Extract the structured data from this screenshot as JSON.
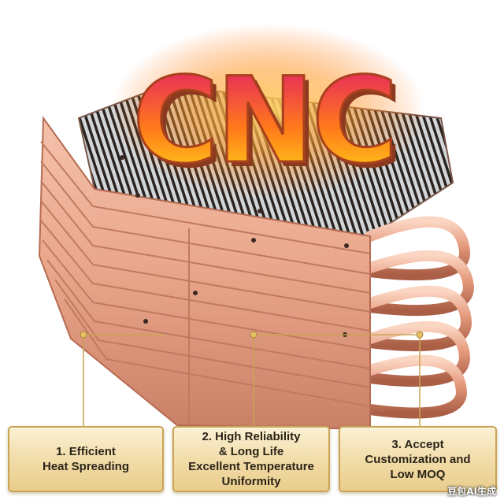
{
  "headline": "CNC",
  "features": [
    {
      "label": "1. Efficient\nHeat Spreading"
    },
    {
      "label": "2. High Reliability\n& Long Life\nExcellent Temperature\nUniformity"
    },
    {
      "label": "3. Accept\nCustomization and\nLow MOQ"
    }
  ],
  "watermark": "豆包AI生成",
  "colors": {
    "copper": "#e7a287",
    "copper_dark": "#b66b52",
    "fin_dark": "#2d2622",
    "fin_light": "#cfd2d4",
    "gold": "#c9a454",
    "text_gradient_top": "#e0156e",
    "text_gradient_bottom": "#ffd21a"
  }
}
